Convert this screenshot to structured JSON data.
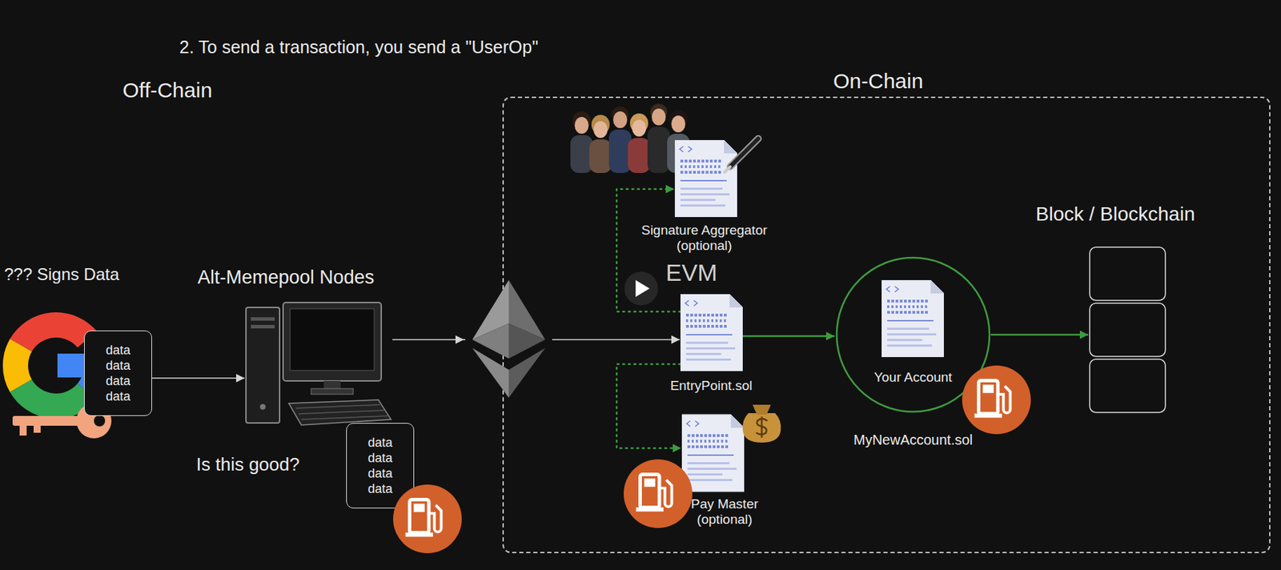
{
  "diagram": {
    "title": "2. To send a transaction, you send a \"UserOp\"",
    "nodes": [
      {
        "text": [
          "data data data data"
        ]
      },
      {
        "text": [
          "Alt-Memepool Nodes",
          "Is this good?"
        ]
      },
      {
        "text": [
          "data data data data"
        ]
      },
      {
        "text": [
          "On-Chain"
        ]
      },
      {
        "text": [
          "Signature Aggregator (optional)"
        ],
        "in": 3
      },
      {
        "text": [
          "EntryPoint.sol"
        ],
        "in": 3
      },
      {
        "text": [
          "Pay Master (optional)"
        ],
        "in": 3
      },
      {
        "text": [
          "Your Account",
          "MyNewAccount.sol"
        ],
        "in": 3
      },
      {
        "text": [
          "Block / Blockchain"
        ],
        "in": 3
      }
    ],
    "edges": [
      {
        "from": 0,
        "to": 1,
        "arrow": "to"
      },
      {
        "from": 1,
        "to": 5,
        "arrow": "to"
      },
      {
        "from": 5,
        "to": 7,
        "arrow": "to"
      },
      {
        "from": 7,
        "to": 8,
        "arrow": "to"
      },
      {
        "from": 5,
        "to": 4,
        "arrow": "to"
      },
      {
        "from": 5,
        "to": 6,
        "arrow": "to"
      }
    ],
    "labels": [
      "Off-Chain",
      "??? Signs Data",
      "EVM"
    ]
  }
}
